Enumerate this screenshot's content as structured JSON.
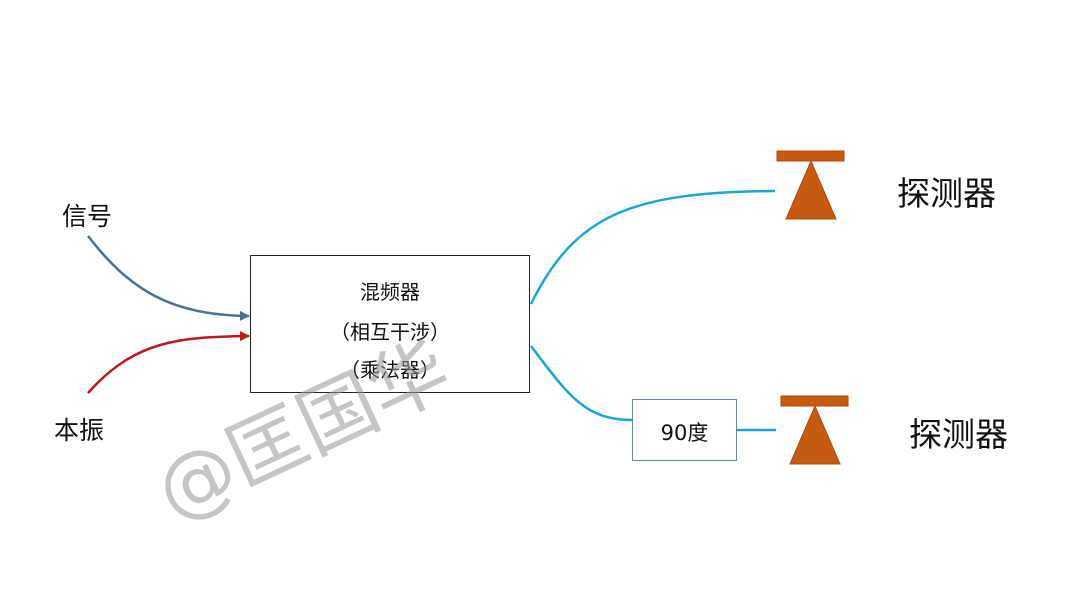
{
  "inputs": {
    "signal": "信号",
    "local_oscillator": "本振"
  },
  "mixer": {
    "line1": "混频器",
    "line2": "（相互干涉）",
    "line3": "（乘法器）"
  },
  "phase_shifter": {
    "label": "90度"
  },
  "detectors": [
    {
      "label": "探测器"
    },
    {
      "label": "探测器"
    }
  ],
  "watermark": "@匡国华",
  "colors": {
    "signal_line": "#4a7096",
    "lo_line": "#c0171c",
    "output_line": "#1aa6d8",
    "detector": "#c55a11",
    "phase_box_border": "#6d86a8"
  }
}
